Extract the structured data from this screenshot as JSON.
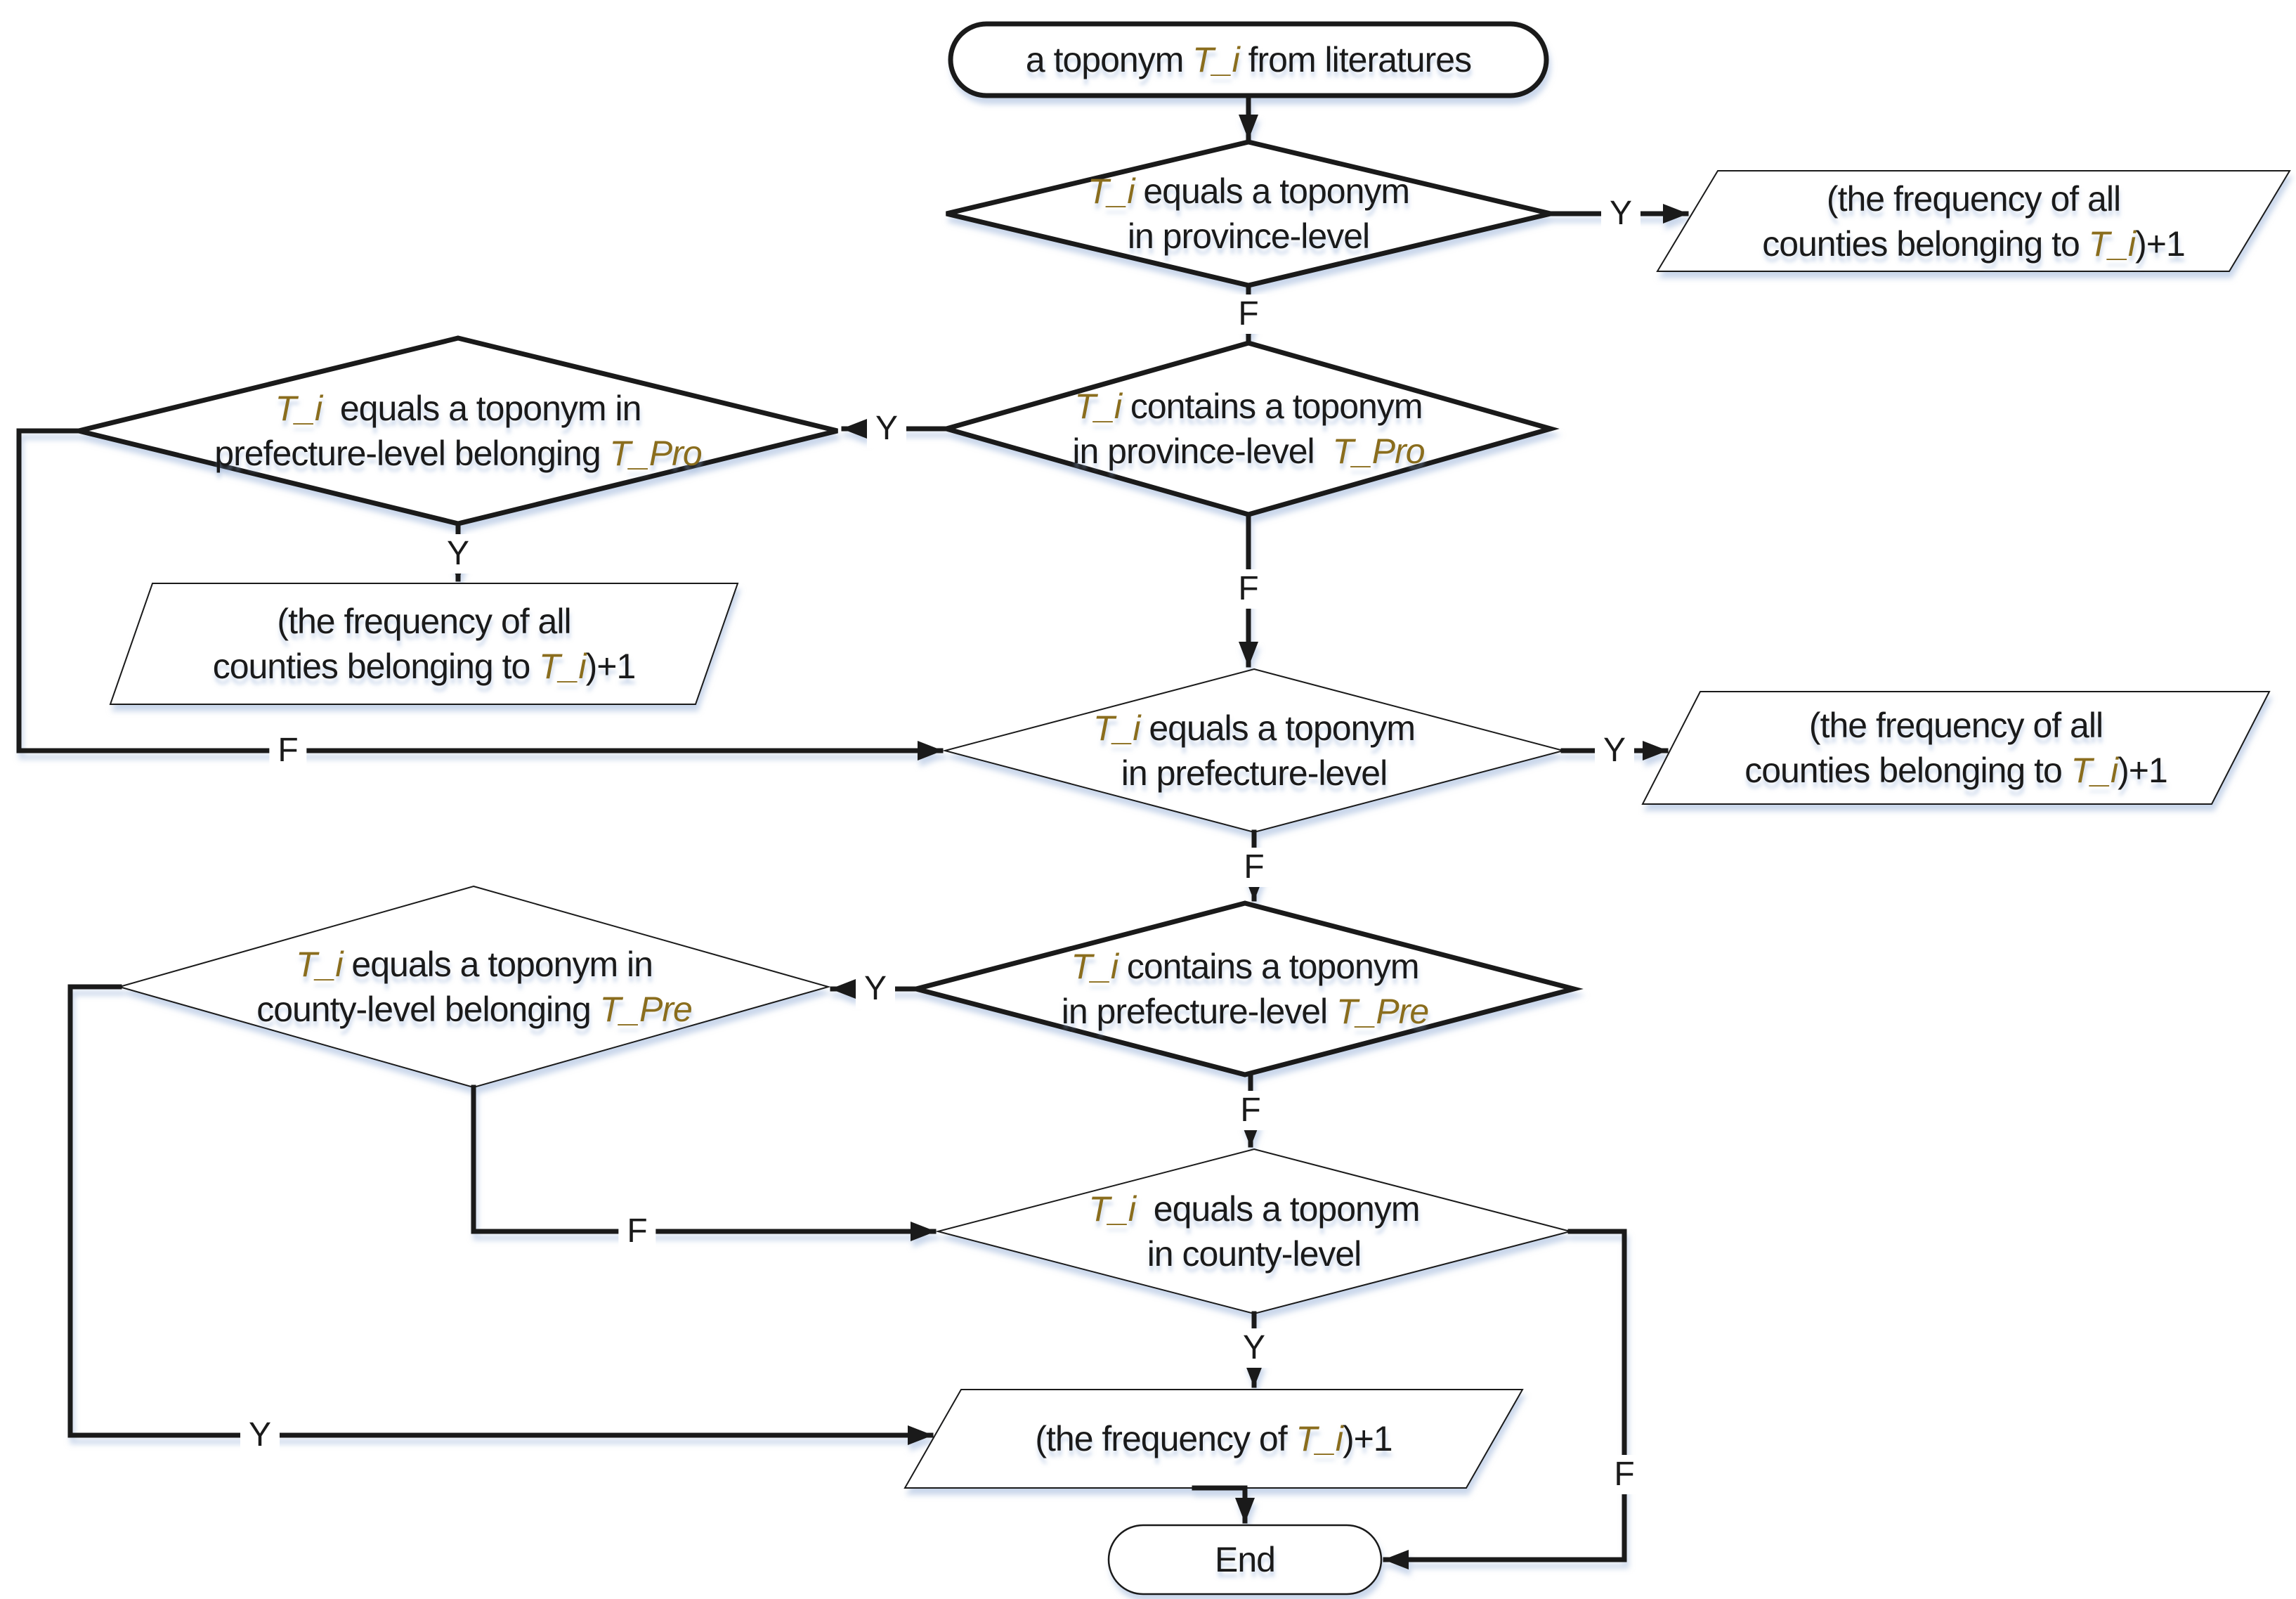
{
  "colors": {
    "line": "#1a1a1a",
    "text": "#1a1a1a",
    "variable": "#8a6d1d",
    "shape_fill": "#ffffff",
    "shadow": "rgba(150,175,215,0.5)"
  },
  "nodes": {
    "start": {
      "type": "terminator",
      "lines": [
        [
          {
            "t": "a toponym "
          },
          {
            "t": "T_i",
            "var": true
          },
          {
            "t": " from literatures"
          }
        ]
      ]
    },
    "d1": {
      "type": "decision",
      "lines": [
        [
          {
            "t": "T_i",
            "var": true
          },
          {
            "t": " equals a toponym"
          }
        ],
        [
          {
            "t": "in province-level"
          }
        ]
      ]
    },
    "p1": {
      "type": "io",
      "lines": [
        [
          {
            "t": "(the frequency of all"
          }
        ],
        [
          {
            "t": "counties belonging to "
          },
          {
            "t": "T_i",
            "var": true
          },
          {
            "t": ")+1"
          }
        ]
      ]
    },
    "d2": {
      "type": "decision",
      "lines": [
        [
          {
            "t": "T_i",
            "var": true
          },
          {
            "t": " contains a toponym"
          }
        ],
        [
          {
            "t": "in province-level  "
          },
          {
            "t": "T_Pro",
            "var": true
          }
        ]
      ]
    },
    "ld1": {
      "type": "decision",
      "lines": [
        [
          {
            "t": "T_i",
            "var": true
          },
          {
            "t": "  equals a toponym in"
          }
        ],
        [
          {
            "t": "prefecture-level belonging "
          },
          {
            "t": "T_Pro",
            "var": true
          }
        ]
      ]
    },
    "lp": {
      "type": "io",
      "lines": [
        [
          {
            "t": "(the frequency of all"
          }
        ],
        [
          {
            "t": "counties belonging to "
          },
          {
            "t": "T_i",
            "var": true
          },
          {
            "t": ")+1"
          }
        ]
      ]
    },
    "d3": {
      "type": "decision",
      "lines": [
        [
          {
            "t": "T_i",
            "var": true
          },
          {
            "t": " equals a toponym"
          }
        ],
        [
          {
            "t": "in prefecture-level"
          }
        ]
      ]
    },
    "p2": {
      "type": "io",
      "lines": [
        [
          {
            "t": "(the frequency of all"
          }
        ],
        [
          {
            "t": "counties belonging to "
          },
          {
            "t": "T_i",
            "var": true
          },
          {
            "t": ")+1"
          }
        ]
      ]
    },
    "d4": {
      "type": "decision",
      "lines": [
        [
          {
            "t": "T_i",
            "var": true
          },
          {
            "t": " contains a toponym"
          }
        ],
        [
          {
            "t": "in prefecture-level "
          },
          {
            "t": "T_Pre",
            "var": true
          }
        ]
      ]
    },
    "ld2": {
      "type": "decision",
      "lines": [
        [
          {
            "t": "T_i",
            "var": true
          },
          {
            "t": " equals a toponym in"
          }
        ],
        [
          {
            "t": "county-level belonging "
          },
          {
            "t": "T_Pre",
            "var": true
          }
        ]
      ]
    },
    "d5": {
      "type": "decision",
      "lines": [
        [
          {
            "t": "T_i",
            "var": true
          },
          {
            "t": "  equals a toponym"
          }
        ],
        [
          {
            "t": "in county-level"
          }
        ]
      ]
    },
    "bp": {
      "type": "io",
      "lines": [
        [
          {
            "t": "(the frequency of "
          },
          {
            "t": "T_i",
            "var": true
          },
          {
            "t": ")+1"
          }
        ]
      ]
    },
    "end": {
      "type": "terminator",
      "lines": [
        [
          {
            "t": "End"
          }
        ]
      ]
    }
  },
  "edge_labels": {
    "d1_y": "Y",
    "d1_f": "F",
    "d2_y": "Y",
    "d2_f": "F",
    "ld1_y": "Y",
    "ld1_f": "F",
    "d3_y": "Y",
    "d3_f": "F",
    "d4_y": "Y",
    "d4_f": "F",
    "ld2_y": "Y",
    "ld2_f": "F",
    "d5_y": "Y",
    "d5_f": "F"
  }
}
